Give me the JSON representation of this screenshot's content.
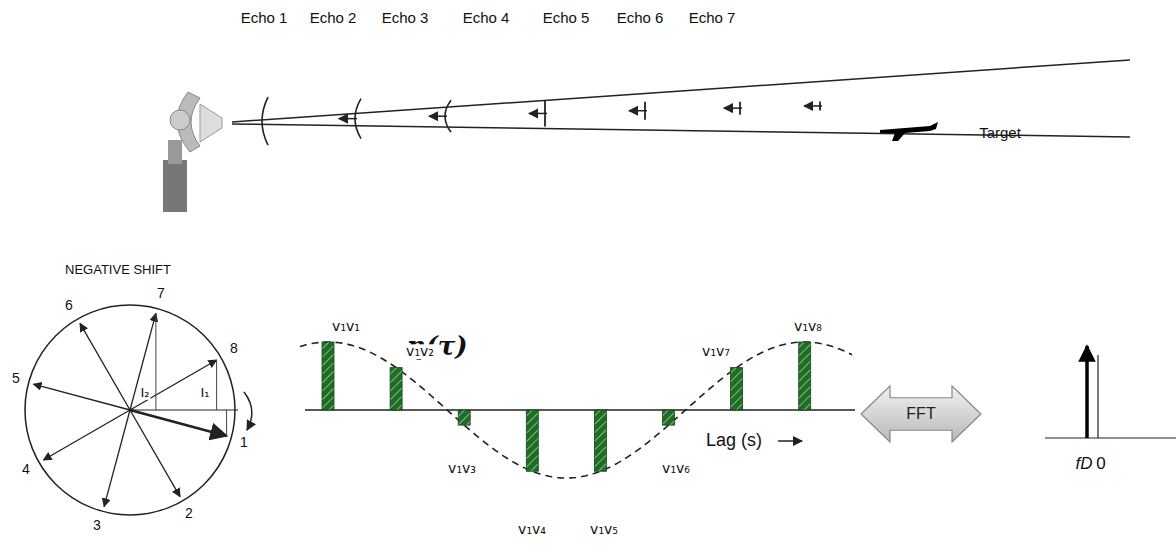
{
  "diagram": {
    "nodes": [
      {
        "text": [
          "FFT"
        ]
      }
    ],
    "labels": [
      "Echo 1",
      "Echo 2",
      "Echo 3",
      "Echo 4",
      "Echo 5",
      "Echo 6",
      "Echo 7",
      "Target",
      "NEGATIVE SHIFT",
      "1",
      "2",
      "3",
      "4",
      "5",
      "6",
      "7",
      "8",
      "I₂",
      "I₁",
      "η(τ)",
      "v₁v₁",
      "v₁v₂",
      "v₁v₃",
      "v₁v₄",
      "v₁v₅",
      "v₁v₆",
      "v₁v₇",
      "v₁v₈",
      "Lag (s)",
      "fD",
      "0"
    ]
  }
}
